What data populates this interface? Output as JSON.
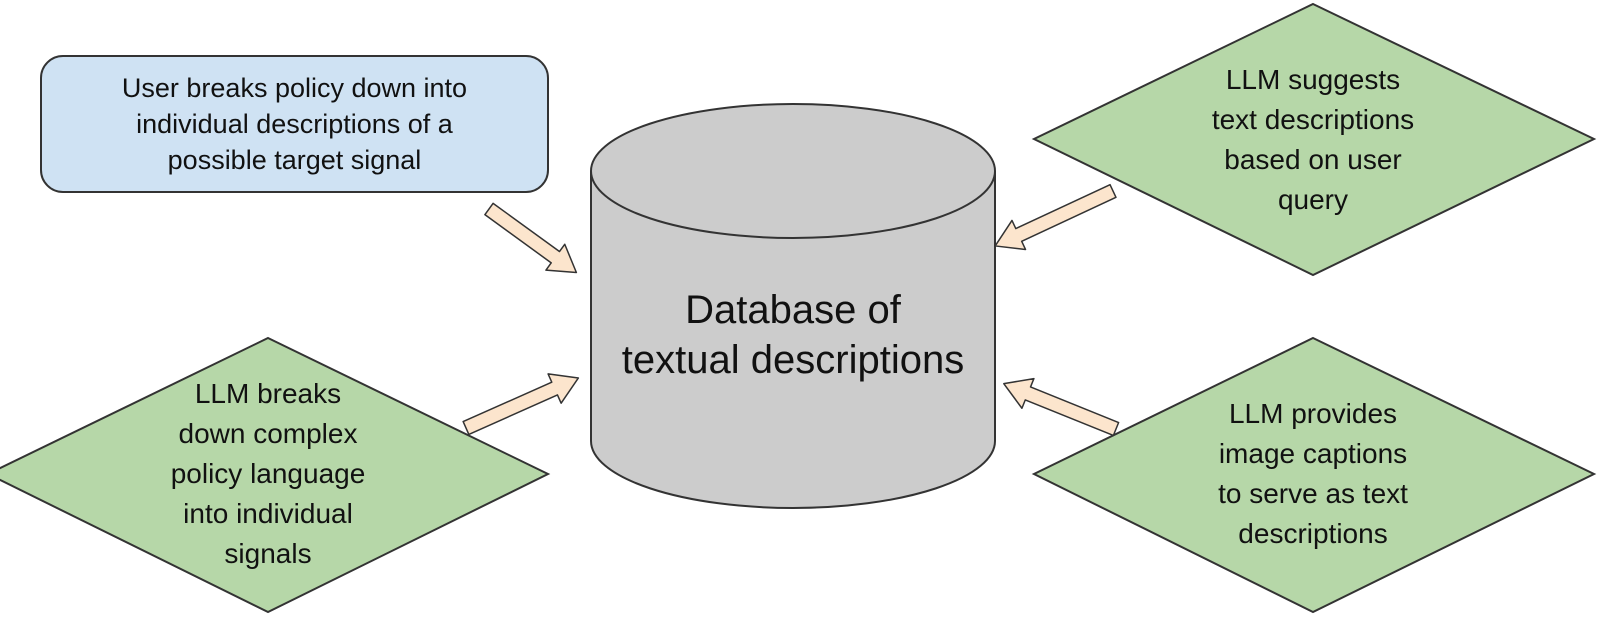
{
  "nodes": {
    "user_box": {
      "text": "User breaks policy down into\nindividual descriptions of a\npossible target signal"
    },
    "database": {
      "text": "Database of\ntextual descriptions"
    },
    "llm_suggests": {
      "text": "LLM suggests\ntext descriptions\nbased on user\nquery"
    },
    "llm_breaks": {
      "text": "LLM breaks\ndown complex\npolicy language\ninto individual\nsignals"
    },
    "llm_captions": {
      "text": "LLM provides\nimage captions\nto serve as text\ndescriptions"
    }
  },
  "colors": {
    "box_fill": "#cfe2f3",
    "diamond_fill": "#b6d7a8",
    "database_fill": "#cccccc",
    "arrow_fill": "#fce5cd",
    "stroke": "#333333"
  }
}
